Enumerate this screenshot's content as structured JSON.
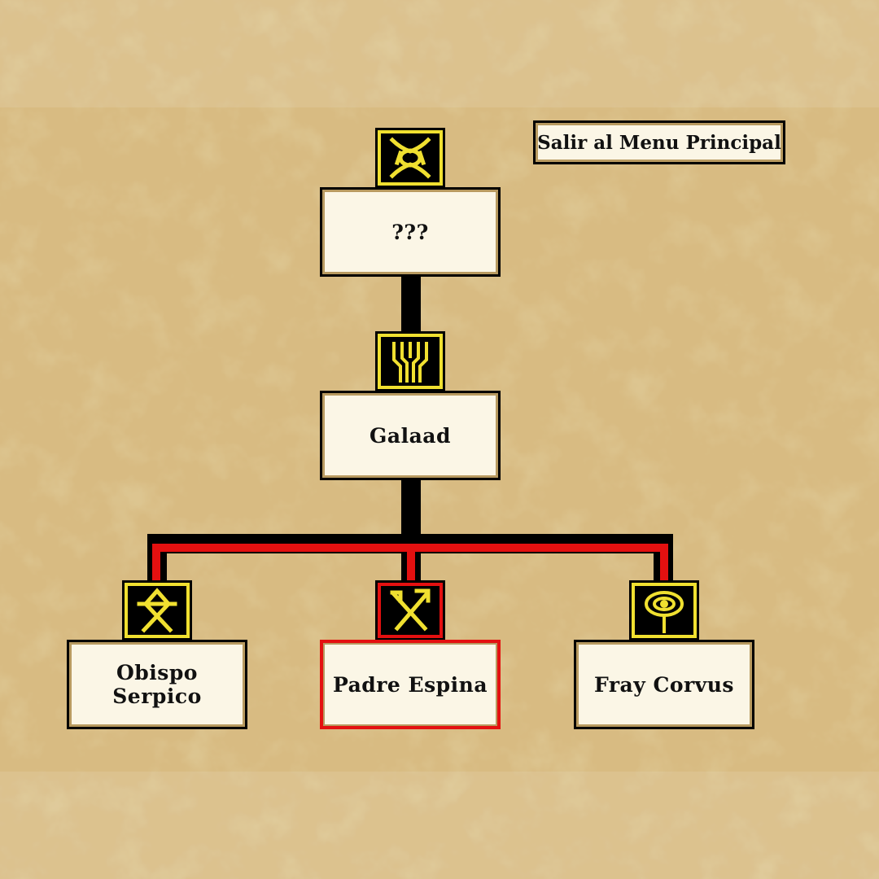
{
  "menu": {
    "exit_label": "Salir al Menu Principal"
  },
  "tree": {
    "root": {
      "label": "???",
      "emblem": "ornate-knot-icon"
    },
    "level2": {
      "label": "Galaad",
      "emblem": "forked-runes-icon"
    },
    "children": [
      {
        "label": "Obispo Serpico",
        "emblem": "cross-rune-icon"
      },
      {
        "label": "Padre Espina",
        "emblem": "crossed-tools-icon",
        "selected": true
      },
      {
        "label": "Fray Corvus",
        "emblem": "eye-staff-icon"
      }
    ]
  },
  "colors": {
    "parchment": "#d4b67c",
    "node_fill": "#fbf6e6",
    "emblem_gold": "#f0e030",
    "selection_red": "#e41010",
    "line_black": "#000000"
  }
}
